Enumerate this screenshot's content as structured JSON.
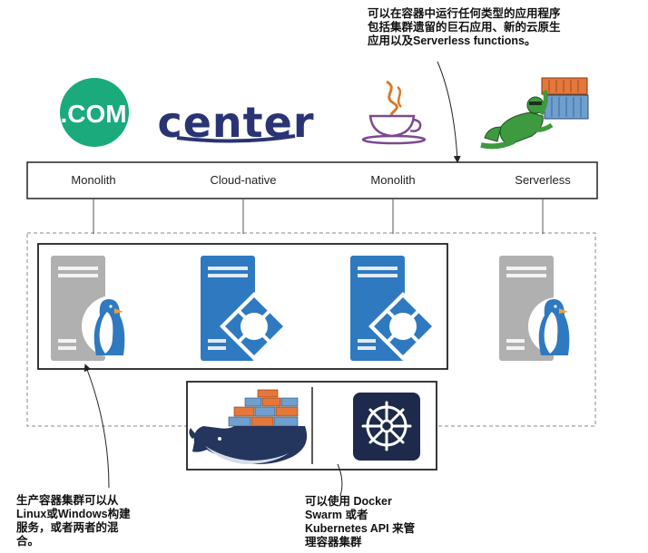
{
  "notes": {
    "top": {
      "line1": "可以在容器中运行任何类型的应用程序",
      "line2": "包括集群遗留的巨石应用、新的云原生",
      "line3": "应用以及Serverless functions。"
    },
    "bottom_left": {
      "line1": "生产容器集群可以从",
      "line2": "Linux或Windows构建",
      "line3": "服务，或者两者的混",
      "line4": "合。"
    },
    "bottom_right": {
      "line1": "可以使用 Docker",
      "line2": "Swarm 或者",
      "line3": "Kubernetes API 来管",
      "line4": "理容器集群"
    }
  },
  "apps": [
    {
      "label": "Monolith"
    },
    {
      "label": "Cloud-native"
    },
    {
      "label": "Monolith"
    },
    {
      "label": "Serverless"
    }
  ],
  "logos": {
    "dotcom": ".COM",
    "center": "center"
  },
  "colors": {
    "dotcom_green": "#1aaa7c",
    "center_navy": "#2a3473",
    "java_purple": "#7a4a8e",
    "java_orange": "#d9792a",
    "server_blue": "#2f79c0",
    "server_gray": "#b0b0b0",
    "penguin_blue": "#2f79c0",
    "k8s_navy": "#1d2a4c",
    "whale_navy": "#24355e",
    "container_orange": "#e5773a",
    "container_blue": "#6e9fcf",
    "dashed_border": "#8a8a8a"
  }
}
